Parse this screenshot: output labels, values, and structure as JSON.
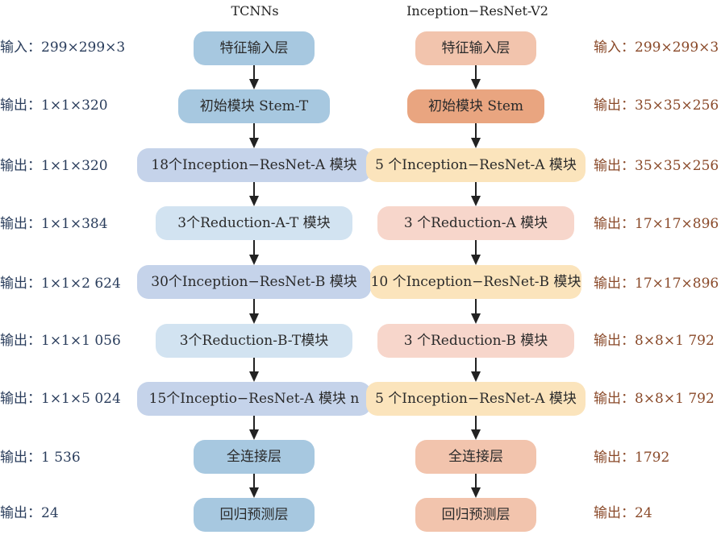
{
  "titles": {
    "left": "TCNNs",
    "right": "Inception−ResNet-V2"
  },
  "left_column": [
    {
      "label": "特征输入层",
      "color": "#a7c8e0"
    },
    {
      "label": "初始模块  Stem-T",
      "color": "#a7c8e0"
    },
    {
      "label": "18个Inception−ResNet-A 模块",
      "color": "#c5d3ea"
    },
    {
      "label": "3个Reduction-A-T 模块",
      "color": "#d2e3f1"
    },
    {
      "label": "30个Inception−ResNet-B 模块",
      "color": "#c5d3ea"
    },
    {
      "label": "3个Reduction-B-T模块",
      "color": "#d2e3f1"
    },
    {
      "label": "15个Inceptio−ResNet-A 模块 n",
      "color": "#c5d3ea"
    },
    {
      "label": "全连接层",
      "color": "#a7c8e0"
    },
    {
      "label": "回归预测层",
      "color": "#a7c8e0"
    }
  ],
  "right_column": [
    {
      "label": "特征输入层",
      "color": "#f2c4ad"
    },
    {
      "label": "初始模块  Stem",
      "color": "#e9a580"
    },
    {
      "label": "5 个Inception−ResNet-A 模块",
      "color": "#fbe4bc"
    },
    {
      "label": "3 个Reduction-A 模块",
      "color": "#f7d6cb"
    },
    {
      "label": "10 个Inception−ResNet-B 模块",
      "color": "#fbe4bc"
    },
    {
      "label": "3 个Reduction-B 模块",
      "color": "#f7d6cb"
    },
    {
      "label": "5 个Inception−ResNet-A 模块",
      "color": "#fbe4bc"
    },
    {
      "label": "全连接层",
      "color": "#f2c4ad"
    },
    {
      "label": "回归预测层",
      "color": "#f2c4ad"
    }
  ],
  "left_labels": [
    "输入：299×299×3",
    "输出：1×1×320",
    "输出：1×1×320",
    "输出：1×1×384",
    "输出：1×1×2 624",
    "输出：1×1×1 056",
    "输出：1×1×5 024",
    "输出：1 536",
    "输出：24"
  ],
  "right_labels": [
    "输入：299×299×3",
    "输出：35×35×256",
    "输出：35×35×256",
    "输出：17×17×896",
    "输出：17×17×896",
    "输出：8×8×1 792",
    "输出：8×8×1 792",
    "输出：1792",
    "输出：24"
  ]
}
